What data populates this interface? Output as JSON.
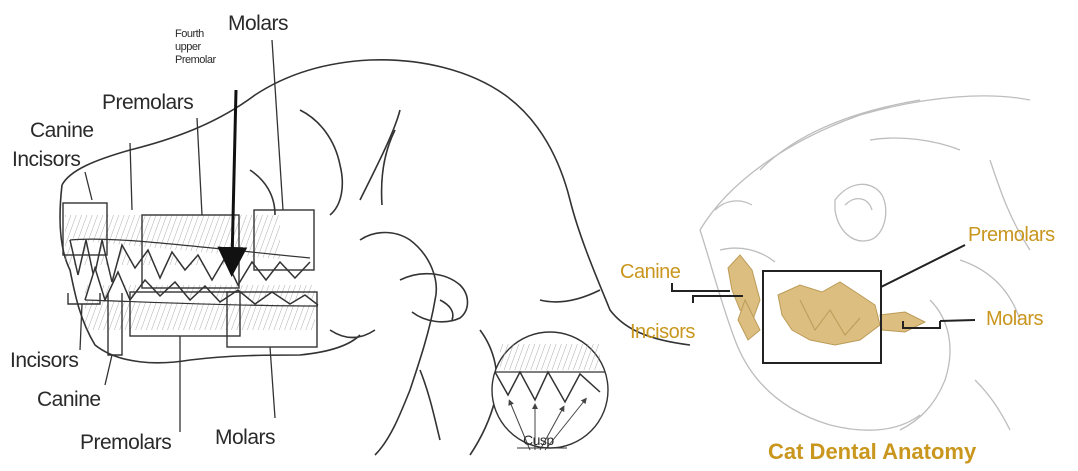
{
  "dog": {
    "labels": {
      "fourth_upper_premolar": [
        "Fourth",
        "upper",
        "Premolar"
      ],
      "molars_top": "Molars",
      "premolars_top": "Premolars",
      "canine_top": "Canine",
      "incisors_top": "Incisors",
      "incisors_bottom": "Incisors",
      "canine_bottom": "Canine",
      "premolars_bottom": "Premolars",
      "molars_bottom": "Molars",
      "cusp": "Cusp"
    }
  },
  "cat": {
    "title": "Cat Dental Anatomy",
    "labels": {
      "canine": "Canine",
      "incisors": "Incisors",
      "premolars": "Premolars",
      "molars": "Molars"
    }
  },
  "colors": {
    "ink": "#2a2a2a",
    "cat_label": "#c9961e",
    "cat_teeth": "#d6b36a"
  }
}
